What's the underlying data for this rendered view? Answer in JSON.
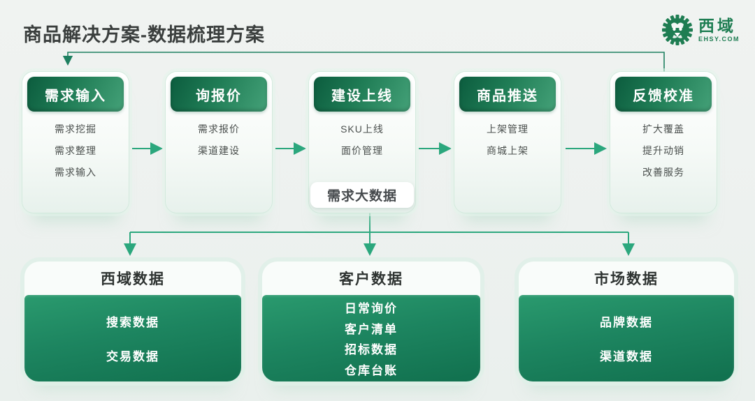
{
  "page": {
    "title": "商品解决方案-数据梳理方案"
  },
  "logo": {
    "brand": "西域",
    "domain": "EHSY.COM"
  },
  "flow": {
    "stages": [
      {
        "title": "需求输入",
        "items": [
          "需求挖掘",
          "需求整理",
          "需求输入"
        ]
      },
      {
        "title": "询报价",
        "items": [
          "需求报价",
          "渠道建设"
        ]
      },
      {
        "title": "建设上线",
        "items": [
          "SKU上线",
          "面价管理"
        ],
        "badge": "需求大数据"
      },
      {
        "title": "商品推送",
        "items": [
          "上架管理",
          "商城上架"
        ]
      },
      {
        "title": "反馈校准",
        "items": [
          "扩大覆盖",
          "提升动销",
          "改善服务"
        ]
      }
    ]
  },
  "data_sources": [
    {
      "title": "西域数据",
      "items": [
        "搜索数据",
        "交易数据"
      ]
    },
    {
      "title": "客户数据",
      "items": [
        "日常询价",
        "客户清单",
        "招标数据",
        "仓库台账"
      ]
    },
    {
      "title": "市场数据",
      "items": [
        "品牌数据",
        "渠道数据"
      ]
    }
  ],
  "colors": {
    "title_text": "#3a3e3d",
    "header_gradient_start": "#0c5c3e",
    "header_gradient_end": "#44a178",
    "arrow": "#2ba77d",
    "loop_line": "#1e8060",
    "panel_gradient_start": "#2a9a6e",
    "panel_gradient_end": "#11704e",
    "logo_green": "#1e7d52",
    "badge_text": "#45494c"
  }
}
